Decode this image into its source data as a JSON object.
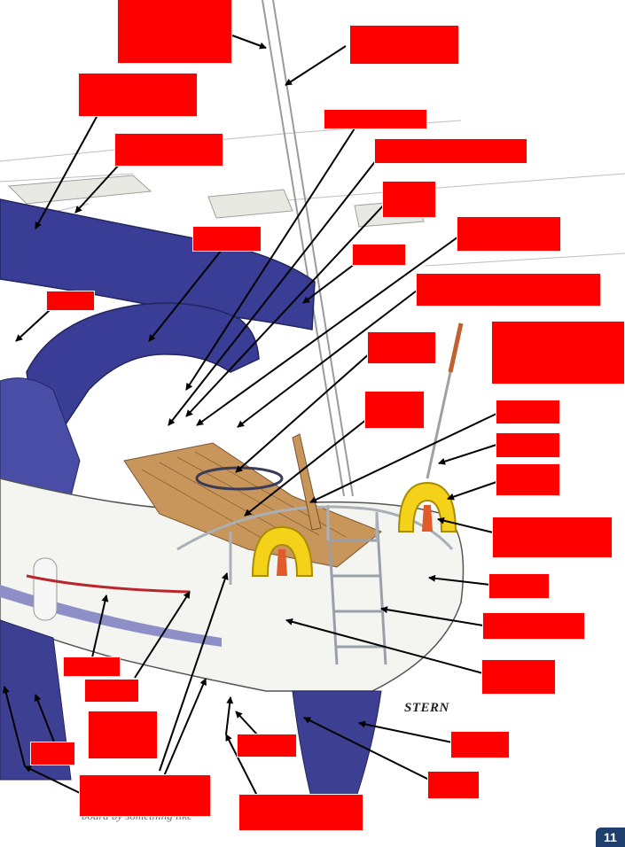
{
  "figure": {
    "stern_label": "STERN",
    "page_number": "11",
    "caption_fragment": "board by something like"
  },
  "colors": {
    "hull": "#f4f4f0",
    "keel_rudder": "#3d3f93",
    "canvas": "#3a3d96",
    "deck_teak": "#c8965a",
    "lifering": "#f5d21a",
    "label_box": "#ff0000",
    "page_tab": "#1f3f6e"
  },
  "label_count": 32
}
